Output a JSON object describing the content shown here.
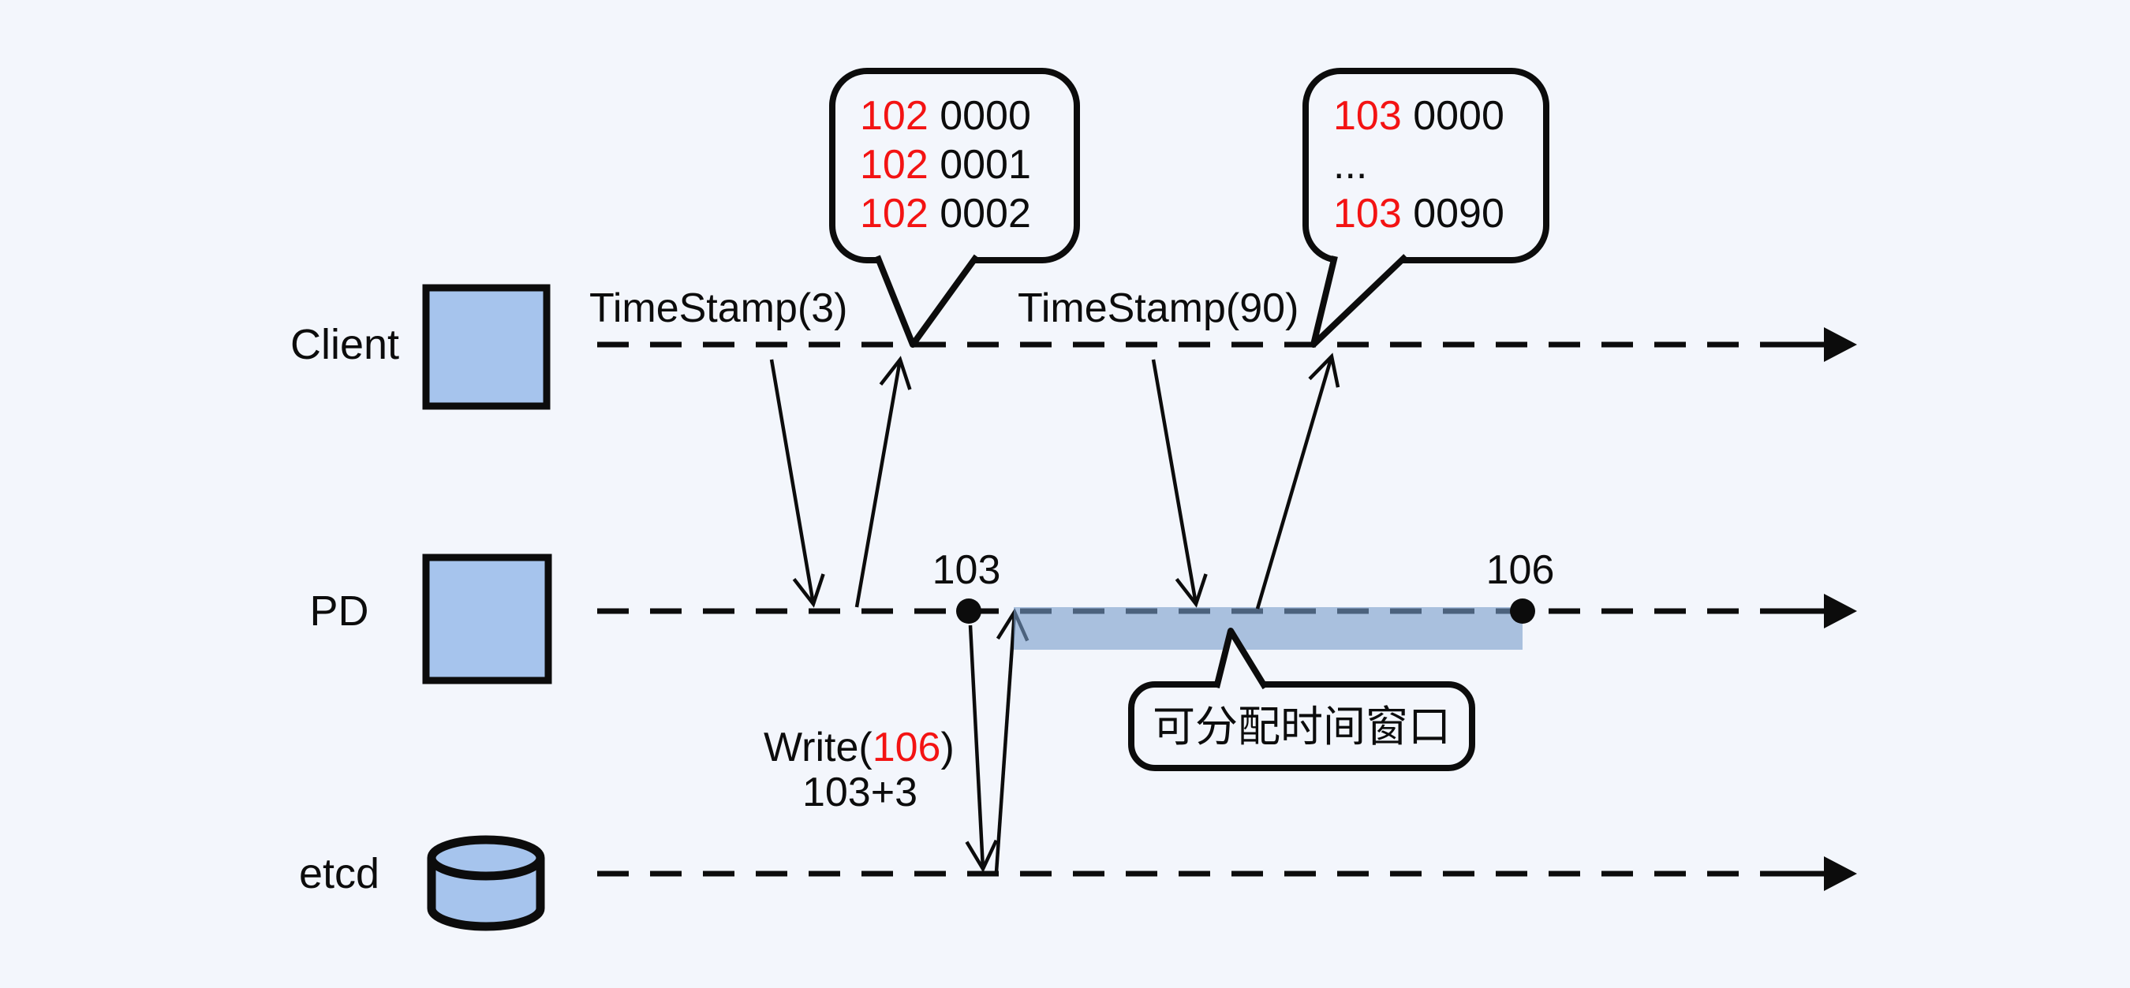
{
  "colors": {
    "background": "#f3f6fc",
    "shape_fill": "#a6c4ed",
    "stroke": "#0c0c0c",
    "highlight_red": "#f31313",
    "window_band": "rgba(120,156,202,0.6)"
  },
  "actors": [
    {
      "label": "Client"
    },
    {
      "label": "PD"
    },
    {
      "label": "etcd"
    }
  ],
  "requests": [
    {
      "label": "TimeStamp(3)"
    },
    {
      "label": "TimeStamp(90)"
    }
  ],
  "bubbles": [
    {
      "lines": [
        {
          "hi": "102",
          "rest": " 0000"
        },
        {
          "hi": "102",
          "rest": " 0001"
        },
        {
          "hi": "102",
          "rest": " 0002"
        }
      ]
    },
    {
      "lines": [
        {
          "hi": "103",
          "rest": " 0000"
        },
        {
          "hi": "",
          "rest": "..."
        },
        {
          "hi": "103",
          "rest": " 0090"
        }
      ]
    }
  ],
  "pd_points": [
    {
      "label": "103"
    },
    {
      "label": "106"
    }
  ],
  "window": {
    "label": "可分配时间窗口"
  },
  "etcd_write": {
    "prefix": "Write(",
    "value": "106",
    "suffix": ")",
    "formula": "103+3"
  }
}
